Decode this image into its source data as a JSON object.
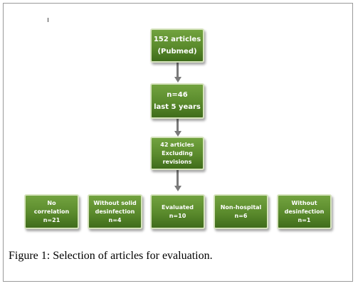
{
  "diagram": {
    "nodes": {
      "pubmed": [
        "152 articles",
        "(Pubmed)"
      ],
      "last5": [
        "n=46",
        "last 5 years"
      ],
      "excluding": [
        "42 articles",
        "Excluding",
        "revisions"
      ],
      "no_correlation": [
        "No",
        "correlation",
        "n=21"
      ],
      "without_solid": [
        "Without solid",
        "desinfection",
        "n=4"
      ],
      "evaluated": [
        "Evaluated",
        "n=10"
      ],
      "non_hospital": [
        "Non-hospital",
        "n=6"
      ],
      "without_disinfection": [
        "Without",
        "desinfection",
        "n=1"
      ]
    },
    "caption": "Figure 1: Selection of articles for evaluation."
  }
}
